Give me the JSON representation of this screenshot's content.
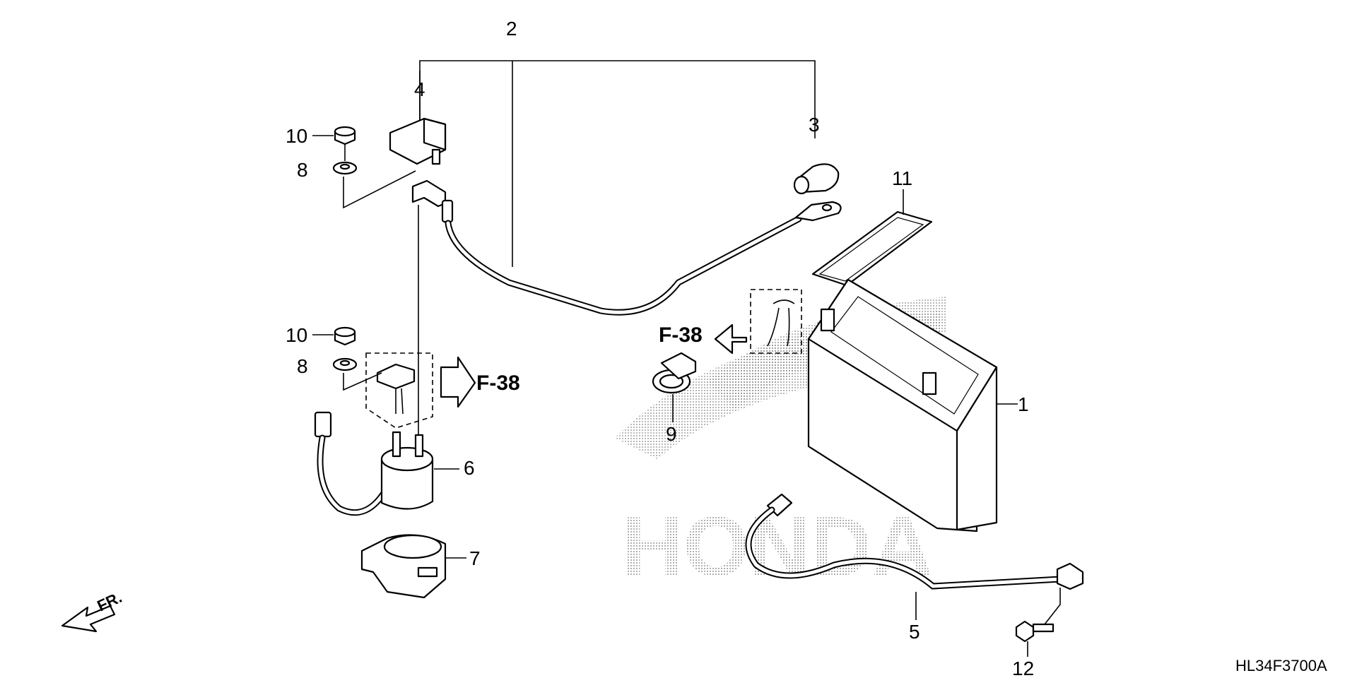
{
  "diagram": {
    "drawing_code": "HL34F3700A",
    "watermark_text": "HONDA",
    "front_marker": "FR.",
    "callouts": [
      {
        "id": "c1",
        "label": "1"
      },
      {
        "id": "c2",
        "label": "2"
      },
      {
        "id": "c3",
        "label": "3"
      },
      {
        "id": "c4",
        "label": "4"
      },
      {
        "id": "c5",
        "label": "5"
      },
      {
        "id": "c6",
        "label": "6"
      },
      {
        "id": "c7",
        "label": "7"
      },
      {
        "id": "c8a",
        "label": "8"
      },
      {
        "id": "c8b",
        "label": "8"
      },
      {
        "id": "c9",
        "label": "9"
      },
      {
        "id": "c10a",
        "label": "10"
      },
      {
        "id": "c10b",
        "label": "10"
      },
      {
        "id": "c11",
        "label": "11"
      },
      {
        "id": "c12",
        "label": "12"
      }
    ],
    "references": [
      {
        "id": "ref-left",
        "label": "F-38"
      },
      {
        "id": "ref-right",
        "label": "F-38"
      }
    ]
  }
}
